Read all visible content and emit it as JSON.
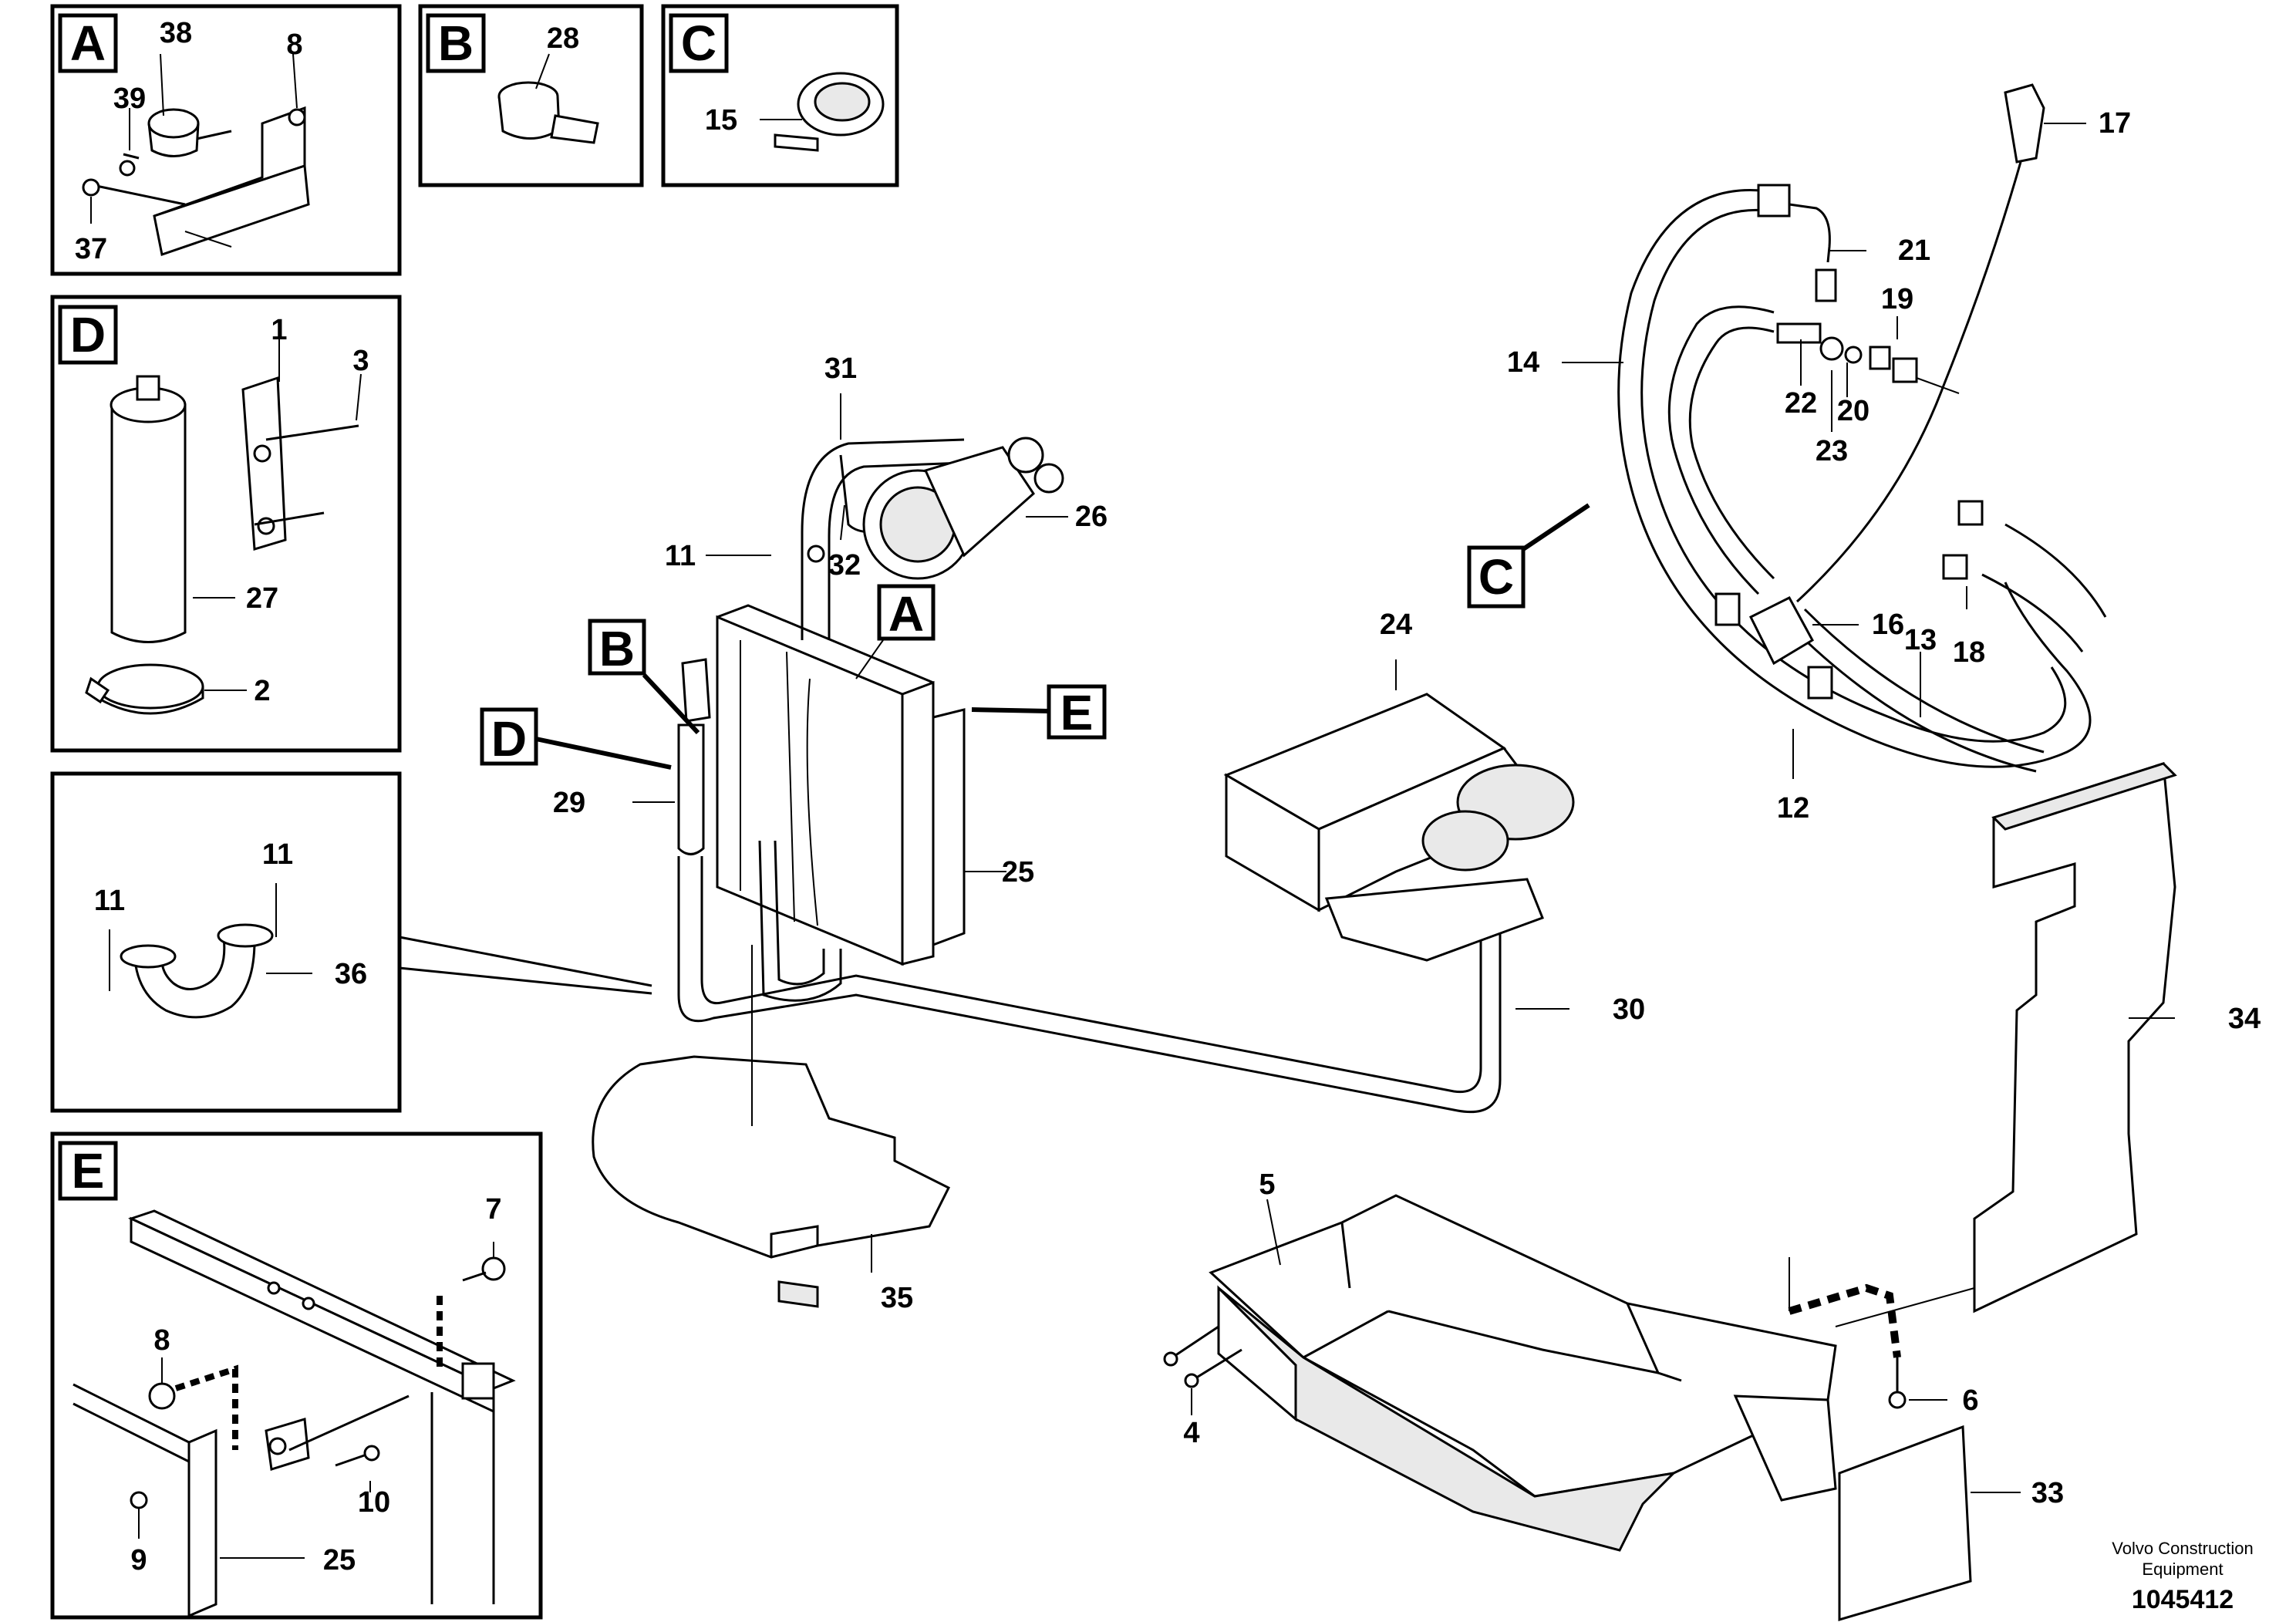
{
  "insets": {
    "A": {
      "letter": "A",
      "labels": [
        "38",
        "8",
        "39",
        "37"
      ]
    },
    "B": {
      "letter": "B",
      "labels": [
        "28"
      ]
    },
    "C": {
      "letter": "C",
      "labels": [
        "15"
      ]
    },
    "D": {
      "letter": "D",
      "labels": [
        "1",
        "3",
        "27",
        "2"
      ]
    },
    "hose": {
      "labels": [
        "11",
        "11",
        "36"
      ]
    },
    "E": {
      "letter": "E",
      "labels": [
        "7",
        "8",
        "10",
        "9",
        "25"
      ]
    }
  },
  "callouts": {
    "A": "A",
    "B": "B",
    "C": "C",
    "D": "D",
    "E": "E"
  },
  "parts": {
    "p31": "31",
    "p26": "26",
    "p11": "11",
    "p32": "32",
    "p29": "29",
    "p25": "25",
    "p24": "24",
    "p30": "30",
    "p35": "35",
    "p17": "17",
    "p21": "21",
    "p19": "19",
    "p14": "14",
    "p22": "22",
    "p20": "20",
    "p23": "23",
    "p16": "16",
    "p13": "13",
    "p18": "18",
    "p12": "12",
    "p34": "34",
    "p5": "5",
    "p4": "4",
    "p6": "6",
    "p33": "33"
  },
  "footer": {
    "company_line1": "Volvo Construction",
    "company_line2": "Equipment",
    "drawing_number": "1045412"
  }
}
